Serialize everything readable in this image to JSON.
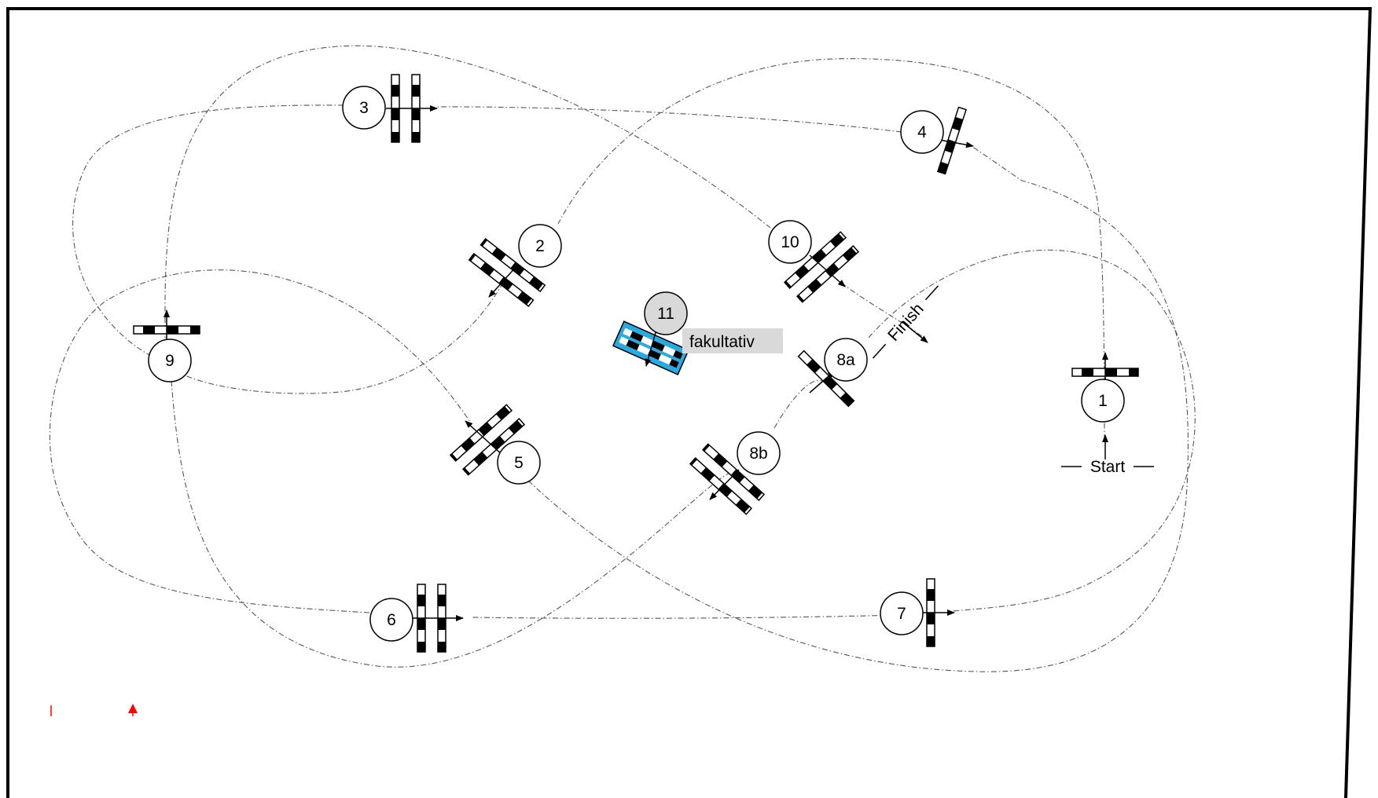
{
  "course": {
    "stations": [
      {
        "id": "1",
        "label": "1",
        "filled": false
      },
      {
        "id": "2",
        "label": "2",
        "filled": false
      },
      {
        "id": "3",
        "label": "3",
        "filled": false
      },
      {
        "id": "4",
        "label": "4",
        "filled": false
      },
      {
        "id": "5",
        "label": "5",
        "filled": false
      },
      {
        "id": "6",
        "label": "6",
        "filled": false
      },
      {
        "id": "7",
        "label": "7",
        "filled": false
      },
      {
        "id": "8a",
        "label": "8a",
        "filled": false
      },
      {
        "id": "8b",
        "label": "8b",
        "filled": false
      },
      {
        "id": "9",
        "label": "9",
        "filled": false
      },
      {
        "id": "10",
        "label": "10",
        "filled": false
      },
      {
        "id": "11",
        "label": "11",
        "filled": true
      }
    ],
    "start_label": "Start",
    "finish_label": "Finish",
    "optional_label": "fakultativ"
  },
  "colors": {
    "border": "#000000",
    "optional_fill": "#d9d9d9",
    "optional_obstacle": "#29abe2",
    "marker": "#ff0000",
    "path": "#555555"
  }
}
